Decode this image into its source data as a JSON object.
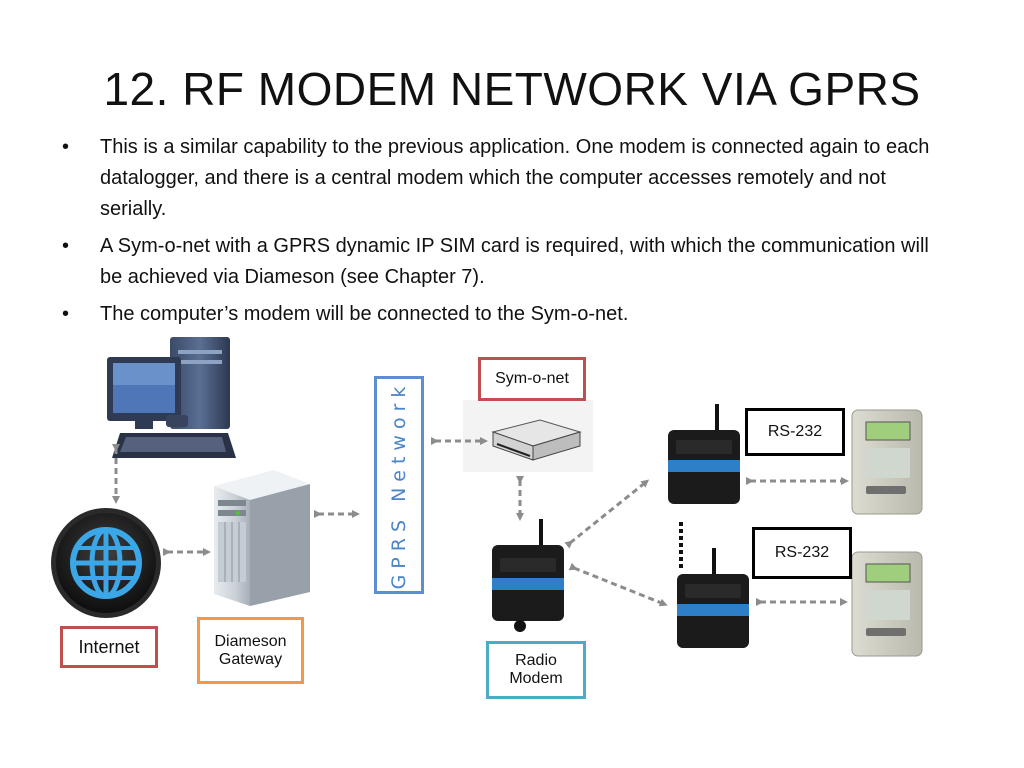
{
  "slide": {
    "title": "12. RF MODEM NETWORK VIA GPRS",
    "bullets": [
      "This is a similar capability to the previous application. One modem is connected again to each datalogger, and there is a central modem which the computer accesses remotely and not serially.",
      "A Sym-o-net with a GPRS dynamic IP SIM card is required, with which the communication will be achieved via Diameson (see Chapter 7).",
      "The computer’s modem will be connected to the Sym-o-net."
    ],
    "bullet_glyph": "•"
  },
  "diagram": {
    "labels": {
      "internet": "Internet",
      "diameson_line1": "Diameson",
      "diameson_line2": "Gateway",
      "gprs_network": "GPRS Network",
      "symonet": "Sym-o-net",
      "radio_line1": "Radio",
      "radio_line2": "Modem",
      "rs232_top": "RS-232",
      "rs232_bottom": "RS-232"
    },
    "icons": [
      "desktop-computer-icon",
      "globe-icon",
      "server-icon",
      "router-icon",
      "radio-modem-icon",
      "datalogger-icon"
    ],
    "colors": {
      "internet_border": "#c0504d",
      "diameson_border": "#f79646",
      "gprs_border": "#4f81bd",
      "symonet_border": "#c0504d",
      "radio_border": "#4bacc6",
      "rs232_border": "#000000",
      "arrow": "#8c8c8c"
    }
  }
}
